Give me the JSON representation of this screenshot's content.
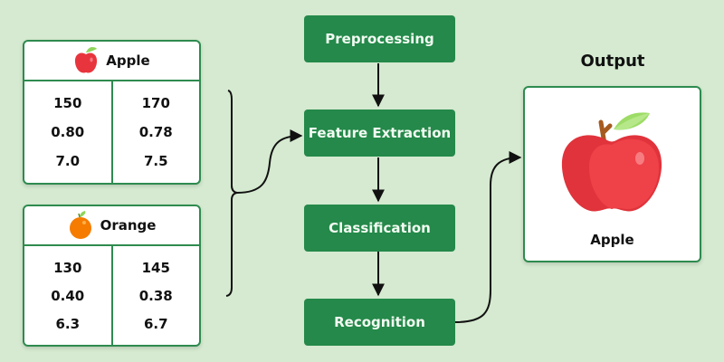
{
  "inputs": [
    {
      "name": "Apple",
      "icon": "apple-icon",
      "columns": [
        [
          "150",
          "0.80",
          "7.0"
        ],
        [
          "170",
          "0.78",
          "7.5"
        ]
      ]
    },
    {
      "name": "Orange",
      "icon": "orange-icon",
      "columns": [
        [
          "130",
          "0.40",
          "6.3"
        ],
        [
          "145",
          "0.38",
          "6.7"
        ]
      ]
    }
  ],
  "pipeline": {
    "steps": [
      "Preprocessing",
      "Feature Extraction",
      "Classification",
      "Recognition"
    ]
  },
  "output": {
    "title": "Output",
    "label": "Apple",
    "icon": "apple-icon"
  },
  "colors": {
    "background": "#d5ead0",
    "step_fill": "#24894a",
    "card_border": "#2e8b4f",
    "apple_red": "#e8353d",
    "orange": "#f57c00",
    "leaf_green": "#8fd45a"
  }
}
